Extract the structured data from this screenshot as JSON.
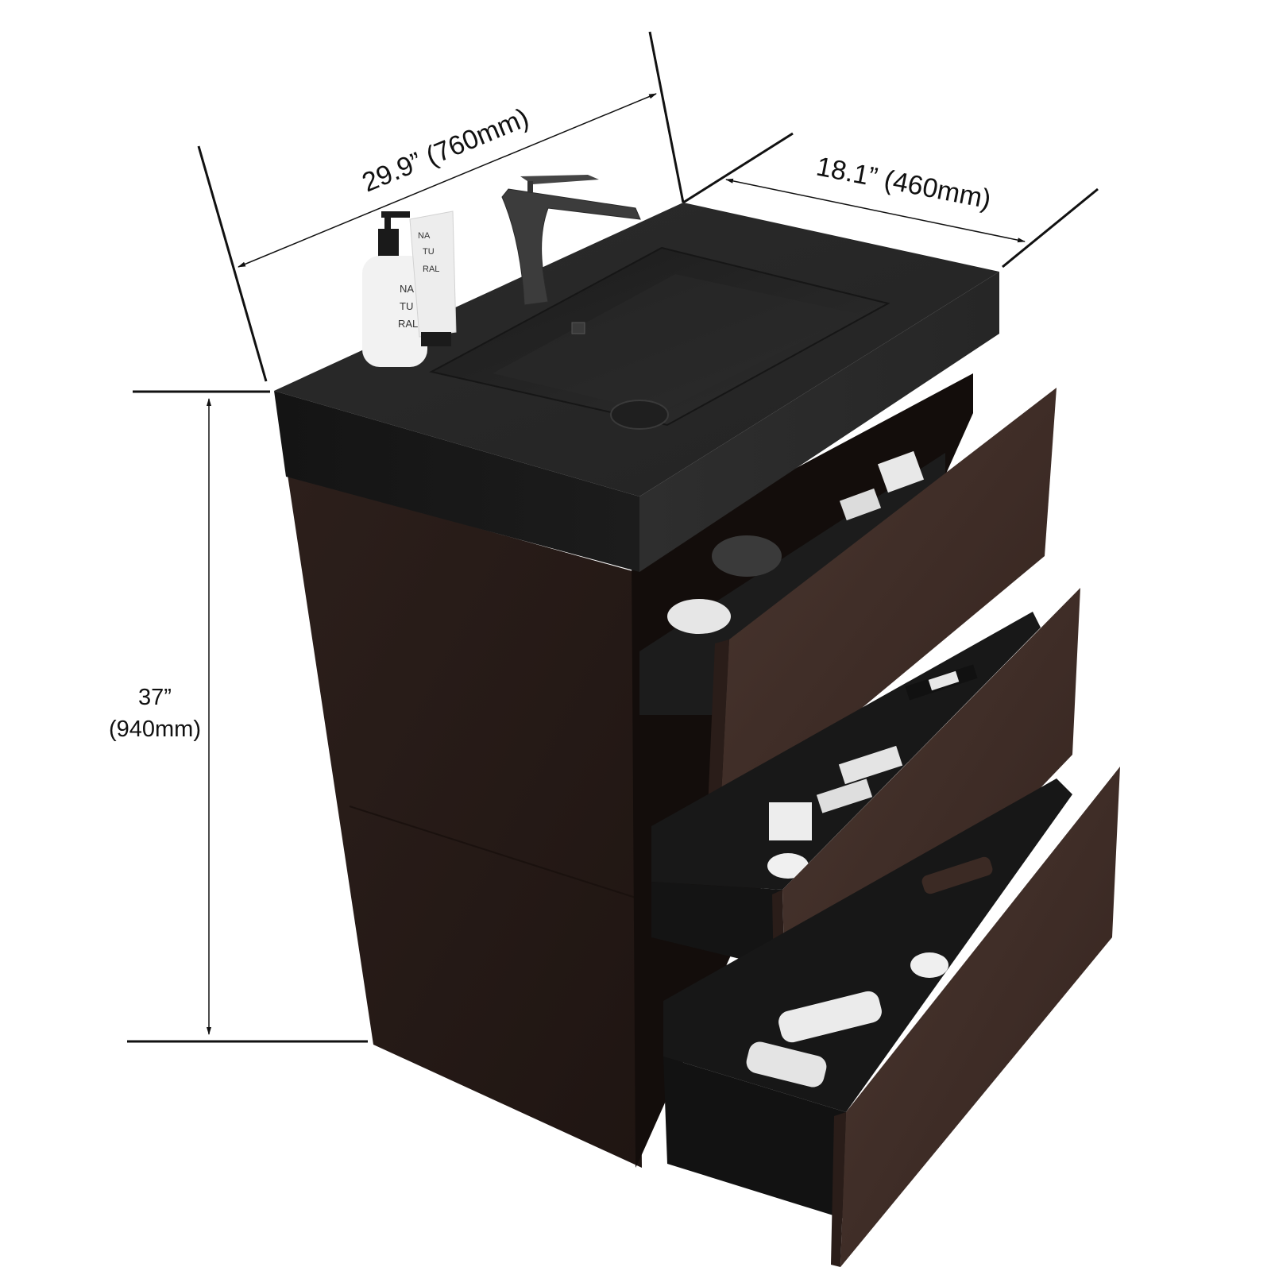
{
  "product": {
    "name": "Freestanding bathroom vanity with black integrated sink and three drawers",
    "colors": {
      "countertop": "#1e1e1e",
      "countertop_top": "#2a2a2a",
      "sink_basin": "#232323",
      "wood": "#3b2a24",
      "wood_dark": "#2a1d19",
      "drawer_interior": "#1a1a1a",
      "dimension_line": "#111111",
      "background": "#ffffff"
    }
  },
  "dimensions": {
    "width": {
      "label": "29.9” (760mm)",
      "inches": 29.9,
      "mm": 760
    },
    "depth": {
      "label": "18.1” (460mm)",
      "inches": 18.1,
      "mm": 460
    },
    "height": {
      "label_in": "37”",
      "label_mm": "(940mm)",
      "inches": 37,
      "mm": 940
    }
  },
  "accessories": {
    "pump_bottle": {
      "lines": [
        "NA",
        "TU",
        "RAL"
      ]
    },
    "tube": {
      "lines": [
        "NA",
        "TU",
        "RAL"
      ]
    }
  },
  "drawers": [
    {
      "position": "top",
      "state": "open"
    },
    {
      "position": "middle",
      "state": "open"
    },
    {
      "position": "bottom",
      "state": "open"
    }
  ]
}
